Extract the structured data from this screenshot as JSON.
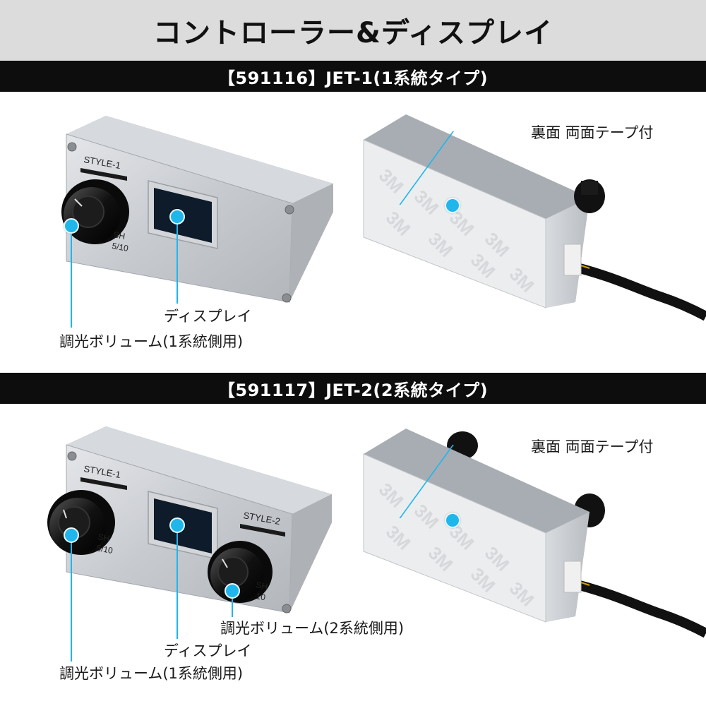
{
  "title": "コントローラー&ディスプレイ",
  "section1": {
    "heading": "【591116】JET-1(1系統タイプ)",
    "front": {
      "style_label": "STYLE-1",
      "knob_text_a": "SH",
      "knob_text_b": "5/10",
      "callout_display": "ディスプレイ",
      "callout_knob": "調光ボリューム(1系統側用)"
    },
    "back": {
      "callout_tape": "裏面 両面テープ付",
      "tape_brand": "3M"
    }
  },
  "section2": {
    "heading": "【591117】JET-2(2系統タイプ)",
    "front": {
      "style1_label": "STYLE-1",
      "style2_label": "STYLE-2",
      "knob1_text_a": "SH",
      "knob1_text_b": "5/10",
      "knob2_text_a": "SH",
      "knob2_text_b": "10",
      "callout_knob2": "調光ボリューム(2系統側用)",
      "callout_display": "ディスプレイ",
      "callout_knob1": "調光ボリューム(1系統側用)"
    },
    "back": {
      "callout_tape": "裏面 両面テープ付",
      "tape_brand": "3M"
    }
  },
  "colors": {
    "accent": "#1fb6ec",
    "title_bg": "#dcdcdc",
    "section_bg": "#0d0d0d",
    "housing": "#c9ccd0"
  }
}
